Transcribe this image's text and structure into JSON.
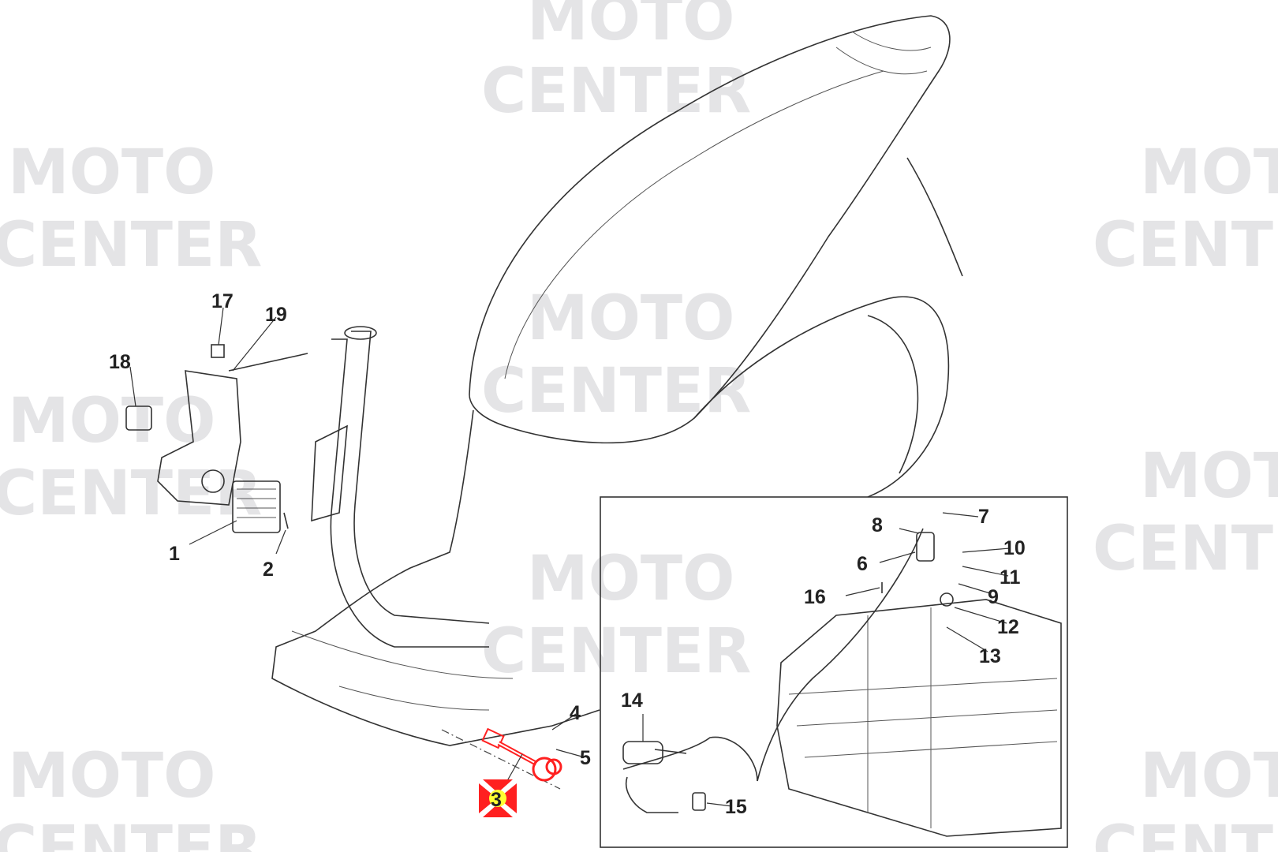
{
  "watermark": {
    "line1": "MOTO",
    "line2": "CENTER"
  },
  "highlight": {
    "part": "3",
    "color": "#ff2020",
    "badge_color": "#ffff33"
  },
  "callouts": [
    "1",
    "2",
    "3",
    "4",
    "5",
    "6",
    "7",
    "8",
    "9",
    "10",
    "11",
    "12",
    "13",
    "14",
    "15",
    "16",
    "17",
    "18",
    "19"
  ]
}
